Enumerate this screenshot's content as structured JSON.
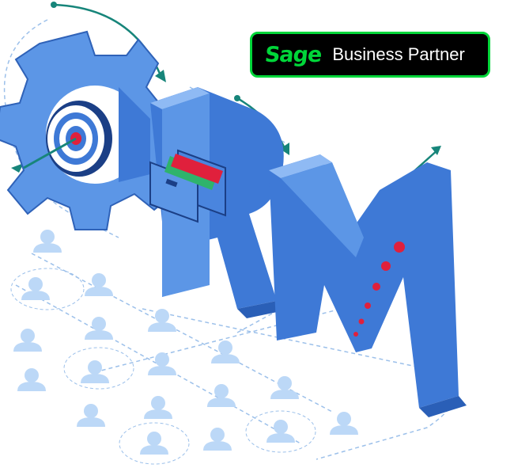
{
  "badge": {
    "logo_text": "Sage",
    "label": "Business Partner",
    "logo_color": "#00d639",
    "background": "#000000"
  },
  "illustration": {
    "word": "CRM",
    "letter_color": "#3e79d6",
    "user_icon_color": "#bcd8f7",
    "arrow_color": "#17857a",
    "target_accent": "#e0203c",
    "icons": [
      "gear-icon",
      "target-icon",
      "arrow-icon",
      "file-drawer-icon",
      "user-icon"
    ]
  }
}
